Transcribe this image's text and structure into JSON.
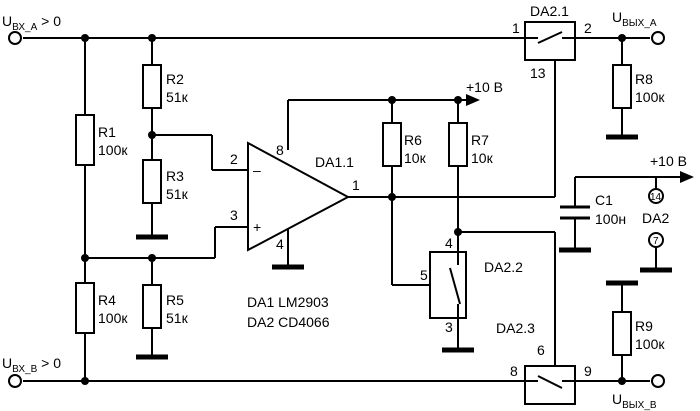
{
  "inputs": {
    "a": {
      "main": "U",
      "sub": "ВХ_А",
      "suffix": " > 0"
    },
    "b": {
      "main": "U",
      "sub": "ВХ_В",
      "suffix": " > 0"
    }
  },
  "outputs": {
    "a": {
      "main": "U",
      "sub": "ВЫХ_А"
    },
    "b": {
      "main": "U",
      "sub": "ВЫХ_В"
    }
  },
  "resistors": {
    "r1": {
      "name": "R1",
      "value": "100к"
    },
    "r2": {
      "name": "R2",
      "value": "51к"
    },
    "r3": {
      "name": "R3",
      "value": "51к"
    },
    "r4": {
      "name": "R4",
      "value": "100к"
    },
    "r5": {
      "name": "R5",
      "value": "51к"
    },
    "r6": {
      "name": "R6",
      "value": "10к"
    },
    "r7": {
      "name": "R7",
      "value": "10к"
    },
    "r8": {
      "name": "R8",
      "value": "100к"
    },
    "r9": {
      "name": "R9",
      "value": "100к"
    }
  },
  "capacitor": {
    "name": "C1",
    "value": "100н"
  },
  "opamp": {
    "name": "DA1.1",
    "minus": "–",
    "plus": "+",
    "pins": {
      "inv": "2",
      "noninv": "3",
      "out": "1",
      "vcc": "8",
      "gnd": "4"
    }
  },
  "switches": {
    "da21": {
      "name": "DA2.1",
      "pin_in": "1",
      "pin_out": "2",
      "pin_ctrl": "13"
    },
    "da22": {
      "name": "DA2.2",
      "pin_top": "4",
      "pin_ctrl": "5",
      "pin_bot": "3"
    },
    "da23": {
      "name": "DA2.3",
      "pin_in": "8",
      "pin_out": "9",
      "pin_ctrl": "6"
    }
  },
  "supply": {
    "label1": "+10 В",
    "label2": "+10 В"
  },
  "da2_power": {
    "pin_vdd": "14",
    "name": "DA2",
    "pin_vss": "7"
  },
  "notes": {
    "line1": "DA1 LM2903",
    "line2": "DA2 CD4066"
  }
}
